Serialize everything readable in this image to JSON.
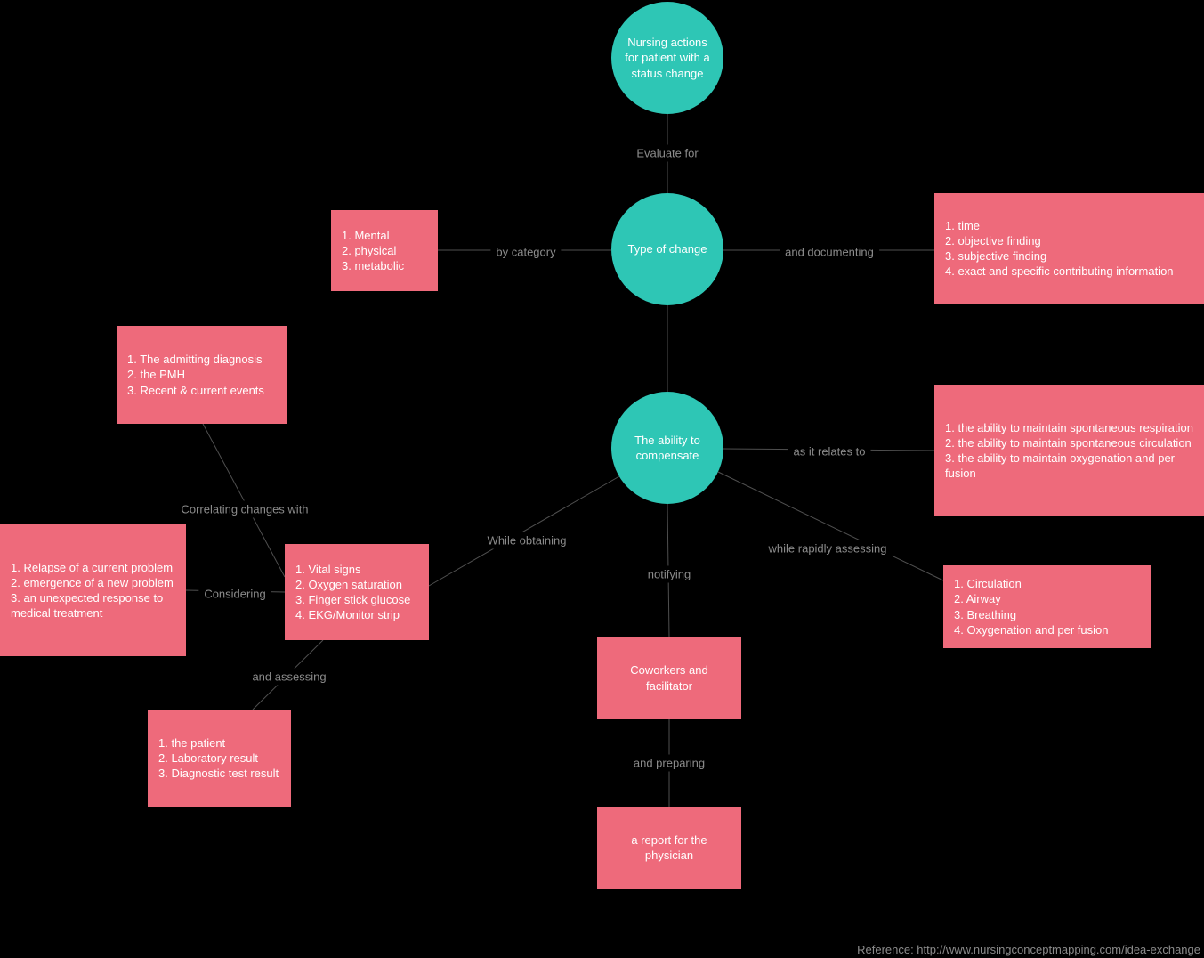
{
  "diagram": {
    "title": "Nursing concept map",
    "colors": {
      "background": "#000000",
      "circle_fill": "#2ec6b5",
      "box_fill": "#ee6a7b",
      "line": "#4f4f4f",
      "edge_label_text": "#8b8b8b",
      "node_text": "#ffffff"
    },
    "nodes": {
      "root": "Nursing actions for patient with a status change",
      "type_of_change": "Type of change",
      "ability_to_compensate": "The ability to compensate",
      "category_list": "1. Mental\n2. physical\n3. metabolic",
      "documenting_list": "1. time\n2. objective finding\n3.  subjective finding\n4. exact and specific contributing information",
      "admitting_list": "1. The admitting diagnosis\n2. the PMH\n3. Recent & current events",
      "relates_list": "1. the ability to  maintain spontaneous respiration\n2. the ability to  maintain spontaneous circulation\n3.  the ability to  maintain oxygenation and per fusion",
      "relapse_list": "1. Relapse of a current problem\n2.  emergence of a new problem\n3. an unexpected response to medical treatment",
      "vitals_list": "1. Vital signs\n2. Oxygen saturation\n3. Finger stick glucose\n4. EKG/Monitor strip",
      "cab_list": "1.  Circulation\n2. Airway\n3. Breathing\n4. Oxygenation and per fusion",
      "coworkers": "Coworkers and facilitator",
      "patient_list": "1. the patient\n2. Laboratory result\n3. Diagnostic test result",
      "report": "a report for the physician"
    },
    "edge_labels": {
      "evaluate_for": "Evaluate for",
      "by_category": "by category",
      "and_documenting": "and documenting",
      "as_it_relates_to": "as it relates to",
      "correlating_changes_with": "Correlating changes with",
      "while_obtaining": "While obtaining",
      "while_rapidly_assessing": "while rapidly assessing",
      "notifying": "notifying",
      "considering": "Considering",
      "and_assessing": "and assessing",
      "and_preparing": "and preparing"
    },
    "footer": {
      "reference": "Reference: http://www.nursingconceptmapping.com/idea-exchange"
    }
  }
}
